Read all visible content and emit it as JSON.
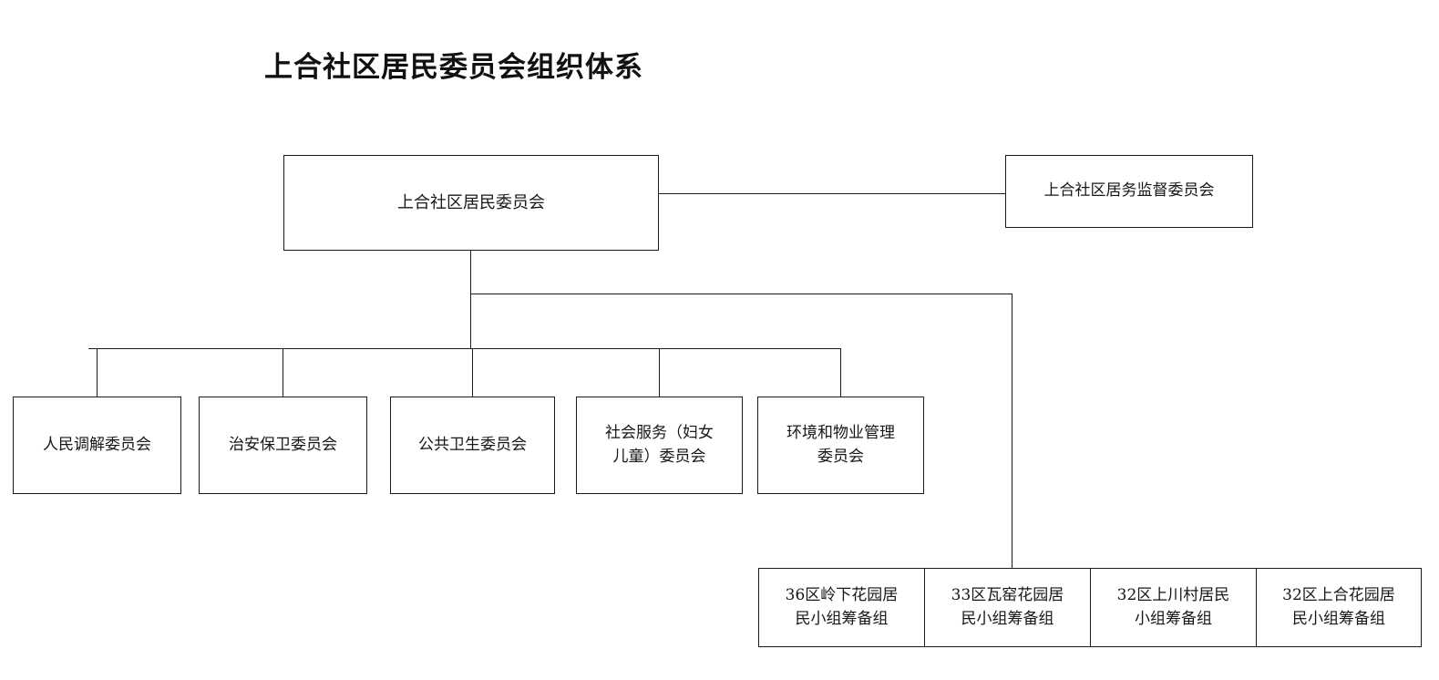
{
  "chart": {
    "title": "上合社区居民委员会组织体系",
    "type": "organization-chart",
    "root": {
      "id": "root",
      "label": "上合社区居民委员会"
    },
    "supervisory": {
      "id": "supervisory",
      "label": "上合社区居务监督委员会",
      "relation": "parallel-to-root"
    },
    "committees": [
      {
        "id": "committee-mediation",
        "label": "人民调解委员会"
      },
      {
        "id": "committee-security",
        "label": "治安保卫委员会"
      },
      {
        "id": "committee-health",
        "label": "公共卫生委员会"
      },
      {
        "id": "committee-social",
        "label": "社会服务（妇女\n儿童）委员会"
      },
      {
        "id": "committee-environment",
        "label": "环境和物业管理\n委员会"
      }
    ],
    "resident_groups": [
      {
        "id": "group-lingxia",
        "label": "36区岭下花园居\n民小组筹备组"
      },
      {
        "id": "group-wayao",
        "label": "33区瓦窑花园居\n民小组筹备组"
      },
      {
        "id": "group-shangchuan",
        "label": "32区上川村居民\n小组筹备组"
      },
      {
        "id": "group-shanghe",
        "label": "32区上合花园居\n民小组筹备组"
      }
    ],
    "colors": {
      "line": "#1b1b1b",
      "text": "#16161b",
      "background": "#ffffff"
    }
  }
}
